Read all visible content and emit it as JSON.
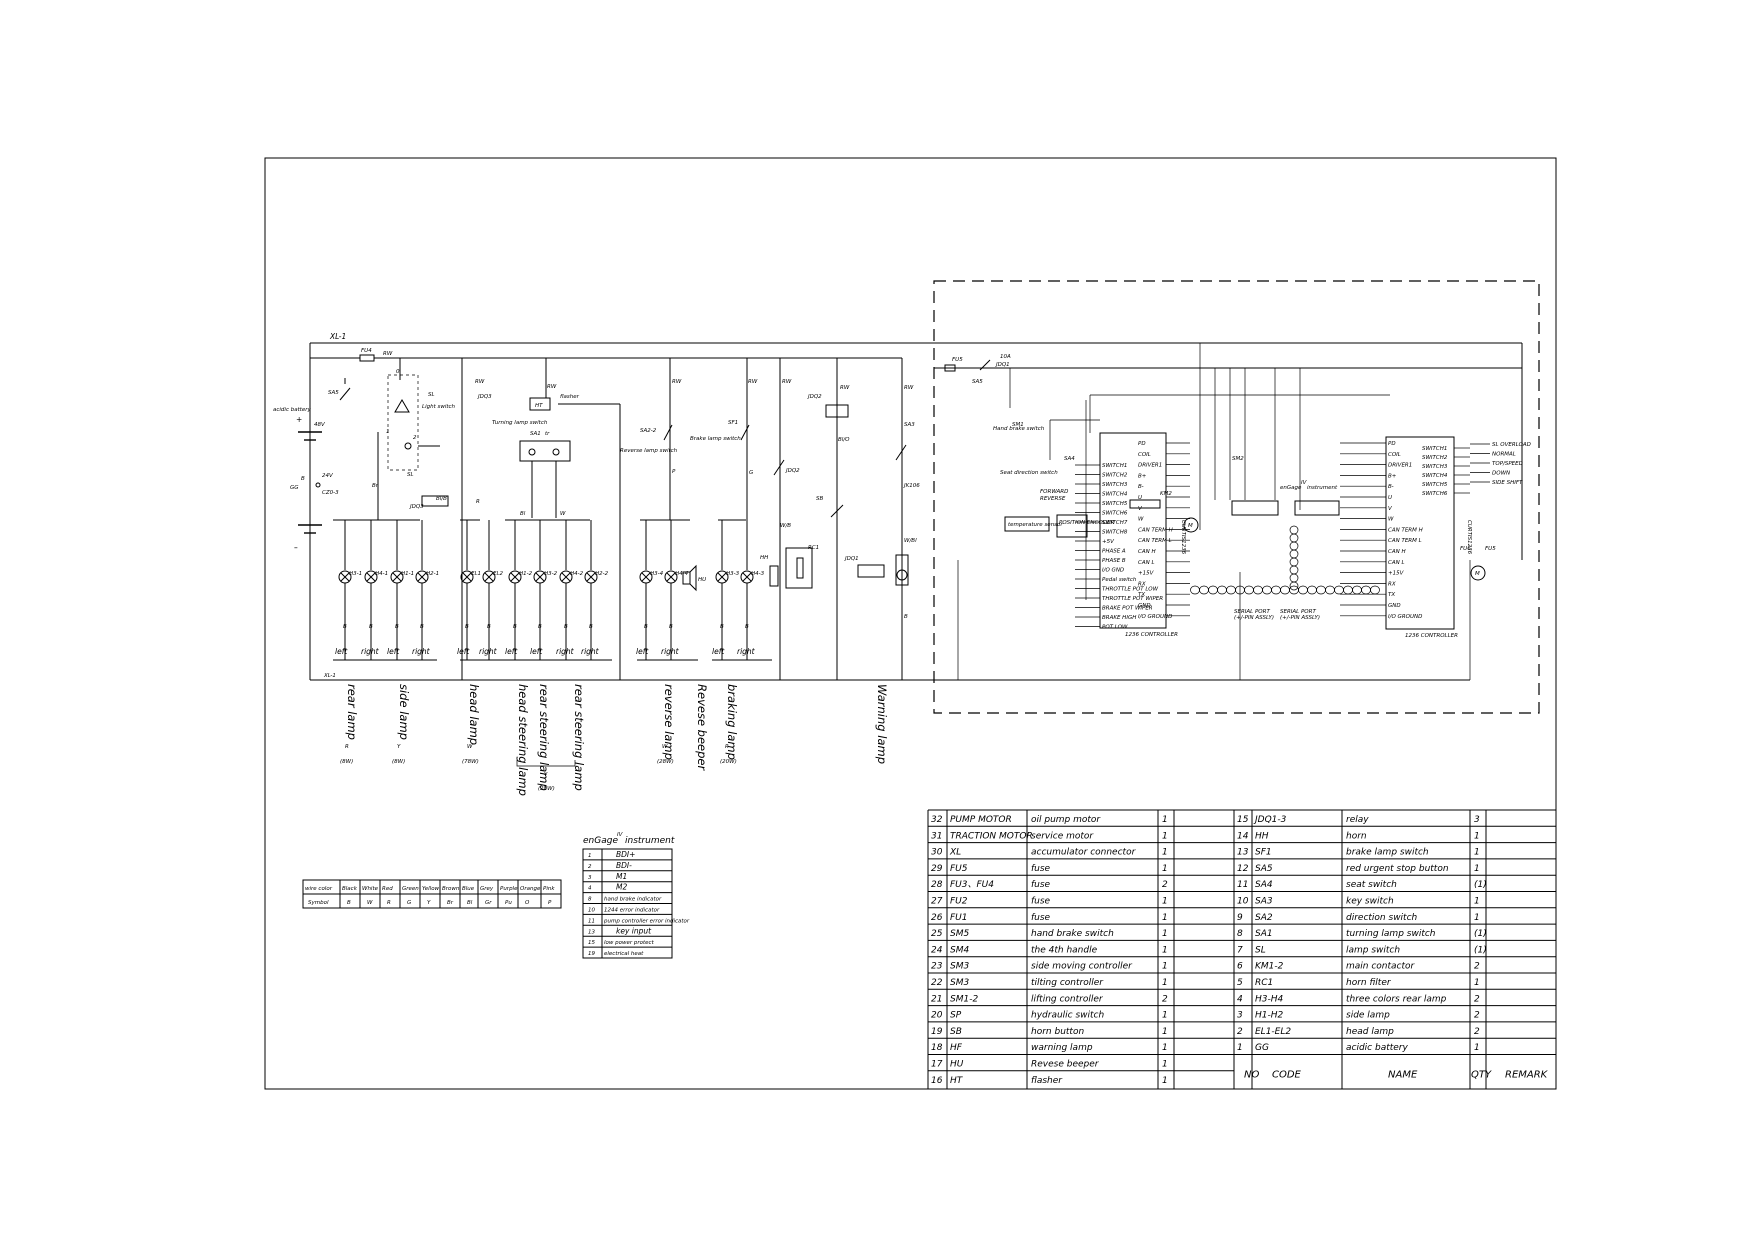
{
  "left_circuit": {
    "battery": {
      "name": "acidic battery",
      "voltage": "48V",
      "code": "GG",
      "plus": "+",
      "minus": "–"
    },
    "connector_top": "XL-1",
    "connector_bottom": "XL-1",
    "fuse": "FU4",
    "key_switch": "SA5",
    "cz_code": "CZ0-3",
    "volt24": "24V",
    "wire_b": "B",
    "light_switch": {
      "code": "SL",
      "label": "Light switch",
      "p0": "0",
      "p1": "1",
      "p2": "2",
      "sl1": "SL"
    },
    "relays": {
      "jdq3": "JDQ3",
      "jdq3b": "JDQ3",
      "jdq2": "JDQ2",
      "jdq2b": "JDQ2",
      "jdq1": "JDQ1"
    },
    "flasher": {
      "code": "HT",
      "label": "flasher"
    },
    "turning_switch": {
      "label": "Turning lamp switch",
      "code": "SA1",
      "tr": "tr"
    },
    "reverse_switch": {
      "code": "SA2-2",
      "label": "Reverse lamp switch"
    },
    "brake_switch": {
      "code": "SF1",
      "label": "Brake lamp switch"
    },
    "sa3": "SA3",
    "sb": "SB",
    "hh": "HH",
    "rc1": "RC1",
    "hu": "HU",
    "jk106": "JK106",
    "wire_labels": {
      "rw": "RW",
      "r": "R",
      "br": "Br",
      "blb": "Bl/B",
      "bl": "Bl",
      "w": "W",
      "p": "P",
      "g": "G",
      "blo": "Bl/O",
      "wb": "W/B",
      "wbl": "W/Bl",
      "b": "B"
    },
    "lamps": [
      "H3-1",
      "H4-1",
      "H1-1",
      "H2-1",
      "EL1",
      "EL2",
      "H1-2",
      "H3-2",
      "H4-2",
      "H2-2",
      "H3-4",
      "H4-4",
      "H3-3",
      "H4-3"
    ],
    "sides": [
      "left",
      "right",
      "left",
      "right",
      "left",
      "right",
      "left",
      "left",
      "right",
      "right",
      "left",
      "right",
      "left",
      "right"
    ],
    "groups": [
      {
        "name": "rear lamp",
        "color": "R",
        "power": "(8W)"
      },
      {
        "name": "side lamp",
        "color": "Y",
        "power": "(8W)"
      },
      {
        "name": "head lamp",
        "color": "W",
        "power": "(78W)"
      },
      {
        "name": "head steering lamp",
        "color": "",
        "power": ""
      },
      {
        "name": "rear steering lamp",
        "color": "",
        "power": ""
      },
      {
        "name": "rear steering lamp",
        "color": "",
        "power": ""
      },
      {
        "name": "reverse lamp",
        "color": "W",
        "power": "(28W)"
      },
      {
        "name": "Revese beeper",
        "color": "",
        "power": ""
      },
      {
        "name": "braking lamp",
        "color": "R",
        "power": "(20W)"
      },
      {
        "name": "Warning lamp",
        "color": "",
        "power": ""
      }
    ],
    "steering_color": "Y",
    "steering_power": "(28W)"
  },
  "controller": {
    "fu": "FU5",
    "fu_rating": "10A",
    "jdq1": "JDQ1",
    "sa5": "SA5",
    "hand_brake": "Hand brake switch",
    "sm1": "SM1",
    "seat_switch": "Seat direction switch",
    "sa4": "SA4",
    "foward": "FORWARD",
    "reverse": "REVERSE",
    "sm2": "SM2",
    "temp_sensor": "temperature sensor",
    "position_encoder": "POSITION ENCODER",
    "left_ctrl_label": "1236 CONTROLLER",
    "right_ctrl_label": "1236 CONTROLLER",
    "left_ctrl_name": "CURTIS1236",
    "right_ctrl_name": "CURTIS1236",
    "engage": "enGage",
    "engage_sup": "IV",
    "engage_rest": " instrument",
    "serial1": "SERIAL PORT",
    "serial1b": "(+/-PIN ASSLY)",
    "serial2": "SERIAL PORT",
    "serial2b": "(+/-PIN ASSLY)",
    "inputs_left": [
      "SWITCH1",
      "SWITCH2",
      "SWITCH3",
      "SWITCH4",
      "SWITCH5",
      "SWITCH6",
      "SWITCH7",
      "SWITCH8",
      "+5V",
      "PHASE A",
      "PHASE B",
      "I/O GND",
      "Pedal switch",
      "THROTTLE POT LOW",
      "THROTTLE POT WIPER",
      "BRAKE POT WIPER",
      "BRAKE HIGH",
      "POT LOW"
    ],
    "outputs_left": [
      "PD",
      "COIL",
      "DRIVER1",
      "B+",
      "B-",
      "U",
      "V",
      "W",
      "CAN TERM H",
      "CAN TERM L",
      "CAN H",
      "CAN L",
      "+15V",
      "RX",
      "TX",
      "GND",
      "I/O GROUND"
    ],
    "inputs_right": [
      "SWITCH1",
      "SWITCH2",
      "SWITCH3",
      "SWITCH4",
      "SWITCH5",
      "SWITCH6"
    ],
    "outputs_right": [
      "PD",
      "COIL",
      "DRIVER1",
      "B+",
      "B-",
      "U",
      "V",
      "W",
      "CAN TERM H",
      "CAN TERM L",
      "CAN H",
      "CAN L",
      "+15V",
      "RX",
      "TX",
      "GND",
      "I/O GROUND"
    ],
    "right_switches": [
      "SL OVERLOAD",
      "NORMAL",
      "TOP/SPEED",
      "DOWN",
      "SIDE SHIFT"
    ],
    "fu_right": "FU6",
    "fu_right2": "FU5",
    "km": "KM2",
    "motor": "M"
  },
  "wire_color_table": {
    "row1_head": "wire color",
    "row2_head": "Symbol",
    "colors": [
      "Black",
      "White",
      "Red",
      "Green",
      "Yellow",
      "Brown",
      "Blue",
      "Grey",
      "Purple",
      "Orange",
      "Pink"
    ],
    "symbols": [
      "B",
      "W",
      "R",
      "G",
      "Y",
      "Br",
      "Bl",
      "Gr",
      "Pu",
      "O",
      "P"
    ]
  },
  "instrument_table": {
    "title_a": "enGage",
    "title_sup": "IV",
    "title_b": " instrument",
    "rows": [
      [
        "1",
        "BDI+"
      ],
      [
        "2",
        "BDI-"
      ],
      [
        "3",
        "M1"
      ],
      [
        "4",
        "M2"
      ],
      [
        "8",
        "hand brake indicator"
      ],
      [
        "10",
        "1244 error indicator"
      ],
      [
        "11",
        "pump controller error indicator"
      ],
      [
        "13",
        "key input"
      ],
      [
        "15",
        "low power protect"
      ],
      [
        "19",
        "electrical heat"
      ]
    ]
  },
  "parts_left": [
    [
      "32",
      "PUMP MOTOR",
      "oil pump motor",
      "1",
      ""
    ],
    [
      "31",
      "TRACTION MOTOR",
      "service motor",
      "1",
      ""
    ],
    [
      "30",
      "XL",
      "accumulator connector",
      "1",
      ""
    ],
    [
      "29",
      "FU5",
      "fuse",
      "1",
      ""
    ],
    [
      "28",
      "FU3、FU4",
      "fuse",
      "2",
      ""
    ],
    [
      "27",
      "FU2",
      "fuse",
      "1",
      ""
    ],
    [
      "26",
      "FU1",
      "fuse",
      "1",
      ""
    ],
    [
      "25",
      "SM5",
      "hand brake switch",
      "1",
      ""
    ],
    [
      "24",
      "SM4",
      "the 4th handle",
      "1",
      ""
    ],
    [
      "23",
      "SM3",
      "side moving controller",
      "1",
      ""
    ],
    [
      "22",
      "SM3",
      "tilting controller",
      "1",
      ""
    ],
    [
      "21",
      "SM1-2",
      "lifting controller",
      "2",
      ""
    ],
    [
      "20",
      "SP",
      "hydraulic switch",
      "1",
      ""
    ],
    [
      "19",
      "SB",
      "horn button",
      "1",
      ""
    ],
    [
      "18",
      "HF",
      "warning lamp",
      "1",
      ""
    ],
    [
      "17",
      "HU",
      "Revese beeper",
      "1",
      ""
    ],
    [
      "16",
      "HT",
      "flasher",
      "1",
      ""
    ]
  ],
  "parts_right": [
    [
      "15",
      "JDQ1-3",
      "relay",
      "3",
      ""
    ],
    [
      "14",
      "HH",
      "horn",
      "1",
      ""
    ],
    [
      "13",
      "SF1",
      "brake lamp switch",
      "1",
      ""
    ],
    [
      "12",
      "SA5",
      "red urgent stop button",
      "1",
      ""
    ],
    [
      "11",
      "SA4",
      "seat switch",
      "(1)",
      ""
    ],
    [
      "10",
      "SA3",
      "key switch",
      "1",
      ""
    ],
    [
      "9",
      "SA2",
      "direction switch",
      "1",
      ""
    ],
    [
      "8",
      "SA1",
      "turning lamp switch",
      "(1)",
      ""
    ],
    [
      "7",
      "SL",
      "lamp switch",
      "(1)",
      ""
    ],
    [
      "6",
      "KM1-2",
      "main contactor",
      "2",
      ""
    ],
    [
      "5",
      "RC1",
      "horn filter",
      "1",
      ""
    ],
    [
      "4",
      "H3-H4",
      "three colors rear lamp",
      "2",
      ""
    ],
    [
      "3",
      "H1-H2",
      "side lamp",
      "2",
      ""
    ],
    [
      "2",
      "EL1-EL2",
      "head lamp",
      "2",
      ""
    ],
    [
      "1",
      "GG",
      "acidic battery",
      "1",
      ""
    ]
  ],
  "parts_header": {
    "no": "NO",
    "code": "CODE",
    "name": "NAME",
    "qty": "QTY",
    "remark": "REMARK"
  }
}
